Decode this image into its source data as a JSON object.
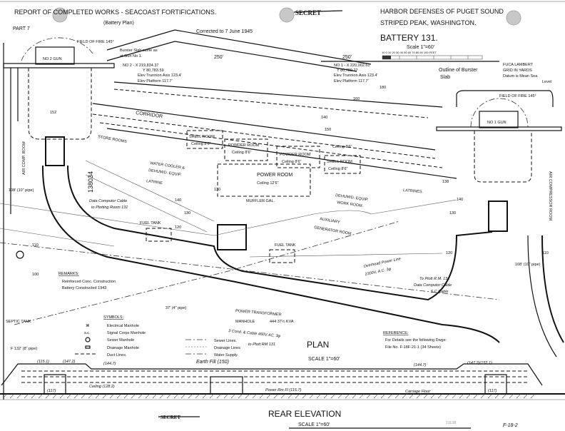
{
  "header": {
    "title": "REPORT OF COMPLETED WORKS - SEACOAST FORTIFICATIONS.",
    "subtitle": "(Battery Plan)",
    "part": "PART 7",
    "corrected": "Corrected to 7 June 1945",
    "classification": "SECRET",
    "org": "HARBOR DEFENSES OF PUGET SOUND",
    "location": "STRIPED PEAK, WASHINGTON.",
    "battery": "BATTERY 131.",
    "scale": "Scale 1\"=60'",
    "scale_ticks": "10  0  10  20  30  40  50  60  70  80  90  100 FEET",
    "grid_note": [
      "FUCA LAMBERT",
      "GRID IN YARDS",
      "Datum is Mean Sea",
      "Level"
    ]
  },
  "gun2": {
    "label": "NO 2 GUN",
    "field_of_fire": "FIELD OF FIRE 145°",
    "burster": [
      "Burster Slab same as",
      "at Gun No 1."
    ],
    "coords": [
      "NO 2 - X 219,834.37",
      "Y 80,783.59",
      "Elev Trunnion Axis 123.4'",
      "Elev Platform 117.7'"
    ]
  },
  "gun1": {
    "label": "NO 1 GUN",
    "field_of_fire": "FIELD OF FIRE 145°",
    "outline": [
      "Outline of Burster",
      "Slab"
    ],
    "coords": [
      "NO 1 - X 220,002.61",
      "Y 80,789.27",
      "Elev Trunnion Axis 123.4'",
      "Elev Platform 117.7'"
    ]
  },
  "distances": [
    "250'",
    "250'"
  ],
  "rooms": {
    "corridor": "CORRIDOR",
    "store_rooms": "STORE ROOMS",
    "shell_room_1": "SHELL ROOM",
    "powder_room_1": "POWDER ROOM",
    "powder_room_2": "POWDER ROOM",
    "shell_room_2": "SHELL ROOM",
    "ceiling_86": "Ceiling 8'6\"",
    "water_cooler": "WATER COOLER &",
    "dehumid_equip": "DEHUMID. EQUIP.",
    "latrine": "LATRINE",
    "power_room": "POWER ROOM",
    "power_ceiling": "Ceiling 12'6\"",
    "muffler": "MUFFLER GAL.",
    "dehumid_work": [
      "DEHUMID. EQUIP.",
      "WORK ROOM."
    ],
    "latrines": "LATRINES.",
    "aux_gen": [
      "AUXILIARY",
      "GENERATOR ROOM."
    ],
    "fuel_tank": "FUEL TANK",
    "air_comp_left": "AIR COMP. ROOM",
    "air_comp_right": "AIR COMPRESSOR ROOM"
  },
  "contours": [
    "180",
    "160",
    "140",
    "150",
    "138",
    "140",
    "130",
    "120",
    "110",
    "100",
    "140",
    "130",
    "120",
    "110",
    "130",
    "152"
  ],
  "drawing_number": "138034",
  "notes": {
    "data_cable_left": [
      "Data Computor Cable",
      "to Plotting Room 131"
    ],
    "pipe_left": "108' (10\" pipe)",
    "pipe_right": "108' (10\" pipe)",
    "overhead": [
      "Overhead Power Line",
      "2300V, A.C. 3φ"
    ],
    "to_plott": [
      "To Plott R.M. 131",
      "Data Computor Cable",
      "5 C Cable"
    ],
    "pipe_4": "37' (4\" pipe)",
    "transformer": [
      "POWER TRANSFORMER",
      "MANHOLE",
      "444 37½ KVA"
    ],
    "cond_cable": [
      "3 Cond. & Cable 460V AC, 3φ",
      "to Plott RM 131"
    ],
    "septic": "SEPTIC TANK",
    "pipe_8": "F 132' (8\" pipe)"
  },
  "remarks": {
    "heading": "REMARKS:",
    "lines": [
      "Reinforced Conc. Construction",
      "Battery Constructed 1943"
    ]
  },
  "symbols": {
    "heading": "SYMBOLS:",
    "items": [
      "Electrical Manhole",
      "Signal Corps Manhole",
      "Sewer Manhole",
      "Drainage Manhole",
      "Duct Lines."
    ],
    "lines": [
      "Sewer Lines.",
      "Drainage Lines",
      "Water Supply."
    ]
  },
  "plan": {
    "title": "PLAN",
    "scale": "SCALE 1\"=60'"
  },
  "reference": {
    "heading": "REFERENCE:",
    "lines": [
      "For Details see the following Dwgs:",
      "File No. F-18F-21-1 (34 Sheets)"
    ]
  },
  "elevation": {
    "title": "REAR ELEVATION",
    "scale": "SCALE 1\"=60'",
    "labels": [
      "(115.1)",
      "(147.2)",
      "(144.7)",
      "Earth Fill (150)",
      "(144.7)",
      "(147.2)(152.1)",
      "Ceiling (128.2)",
      "Power Rm Fl (115.7)",
      "Carriage Floor",
      "(117)",
      "(117)"
    ]
  },
  "footer": {
    "classification": "SECRET",
    "sheet_num": "11138",
    "file": "F-18-2"
  }
}
